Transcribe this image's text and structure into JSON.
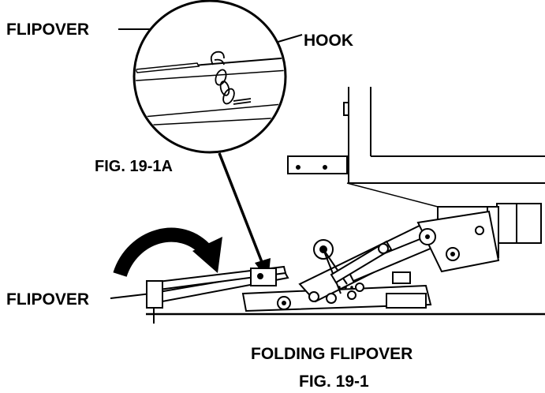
{
  "labels": {
    "flipover_top": "FLIPOVER",
    "hook": "HOOK",
    "fig_detail": "FIG. 19-1A",
    "flipover_bottom": "FLIPOVER",
    "caption_title": "FOLDING FLIPOVER",
    "caption_fig": "FIG. 19-1"
  },
  "colors": {
    "ink": "#000000",
    "paper": "#ffffff"
  }
}
